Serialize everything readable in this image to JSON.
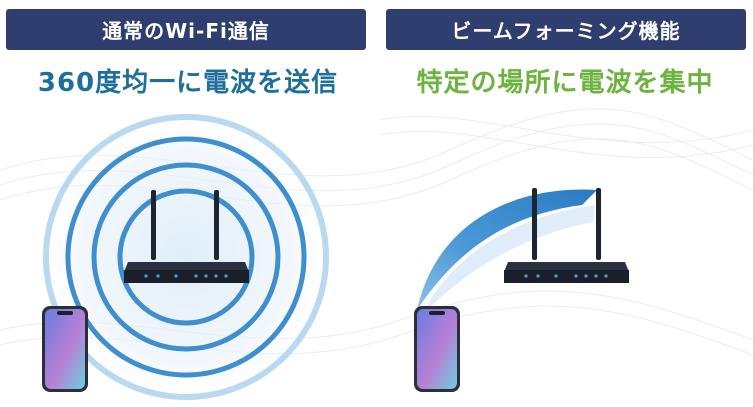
{
  "left": {
    "header": "通常のWi-Fi通信",
    "subtitle": "360度均一に電波を送信",
    "subtitle_color": "#1e6f9c"
  },
  "right": {
    "header": "ビームフォーミング機能",
    "subtitle": "特定の場所に電波を集中",
    "subtitle_color": "#6db33f"
  },
  "colors": {
    "header_bg": "#2f3e6e",
    "wave": "#3f8fcf",
    "router": "#1f2530",
    "router_led": "#4aa3df"
  },
  "icons": [
    "router-icon",
    "smartphone-icon",
    "wifi-wave-icon",
    "beam-icon"
  ]
}
